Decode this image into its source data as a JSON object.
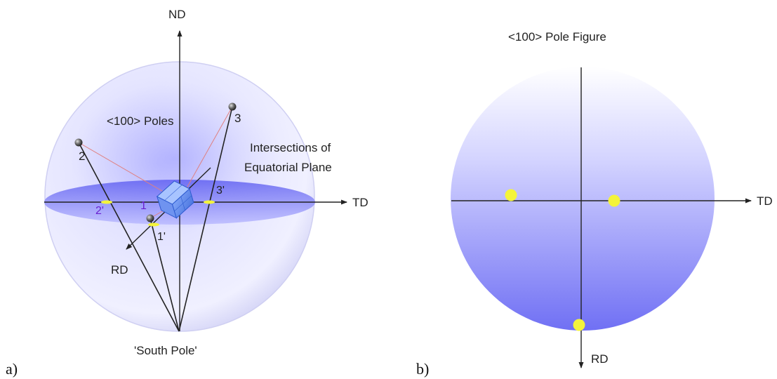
{
  "panel_a": {
    "caption": "a)",
    "axis_nd": "ND",
    "axis_td": "TD",
    "axis_rd": "RD",
    "poles_label": "<100> Poles",
    "intersections_line1": "Intersections of",
    "intersections_line2": "Equatorial Plane",
    "south_pole": "'South Pole'",
    "pole_1": "1",
    "pole_2": "2",
    "pole_3": "3",
    "proj_1": "1'",
    "proj_2": "2'",
    "proj_3": "3'"
  },
  "panel_b": {
    "caption": "b)",
    "title": "<100> Pole Figure",
    "axis_td": "TD",
    "axis_rd": "RD"
  },
  "colors": {
    "sphere_blue": "#7b7bff",
    "pole_yellow": "#f4f43a",
    "purple_label": "#6a1fd0",
    "red_line": "#e08080"
  }
}
